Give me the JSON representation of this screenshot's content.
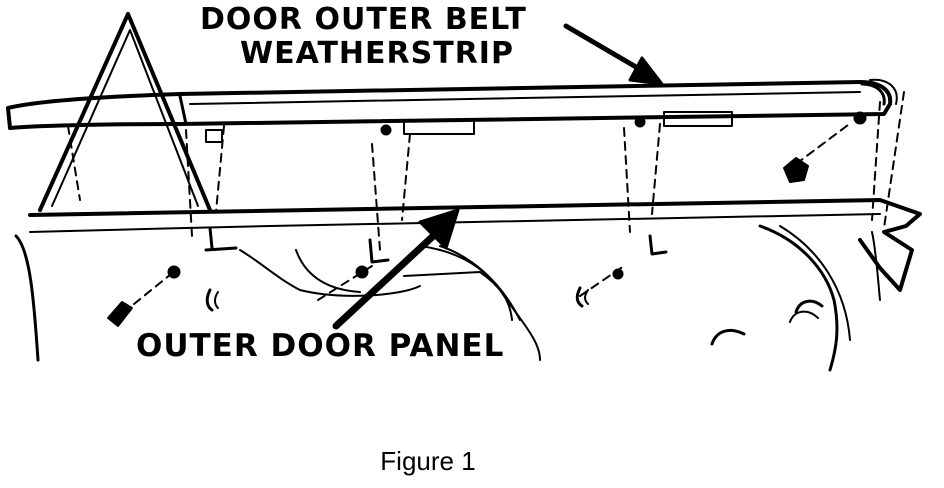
{
  "labels": {
    "belt_weatherstrip_line1": "DOOR OUTER BELT",
    "belt_weatherstrip_line2": "WEATHERSTRIP",
    "outer_door_panel": "OUTER DOOR PANEL"
  },
  "caption": "Figure 1",
  "colors": {
    "ink": "#000000",
    "background": "#ffffff"
  }
}
